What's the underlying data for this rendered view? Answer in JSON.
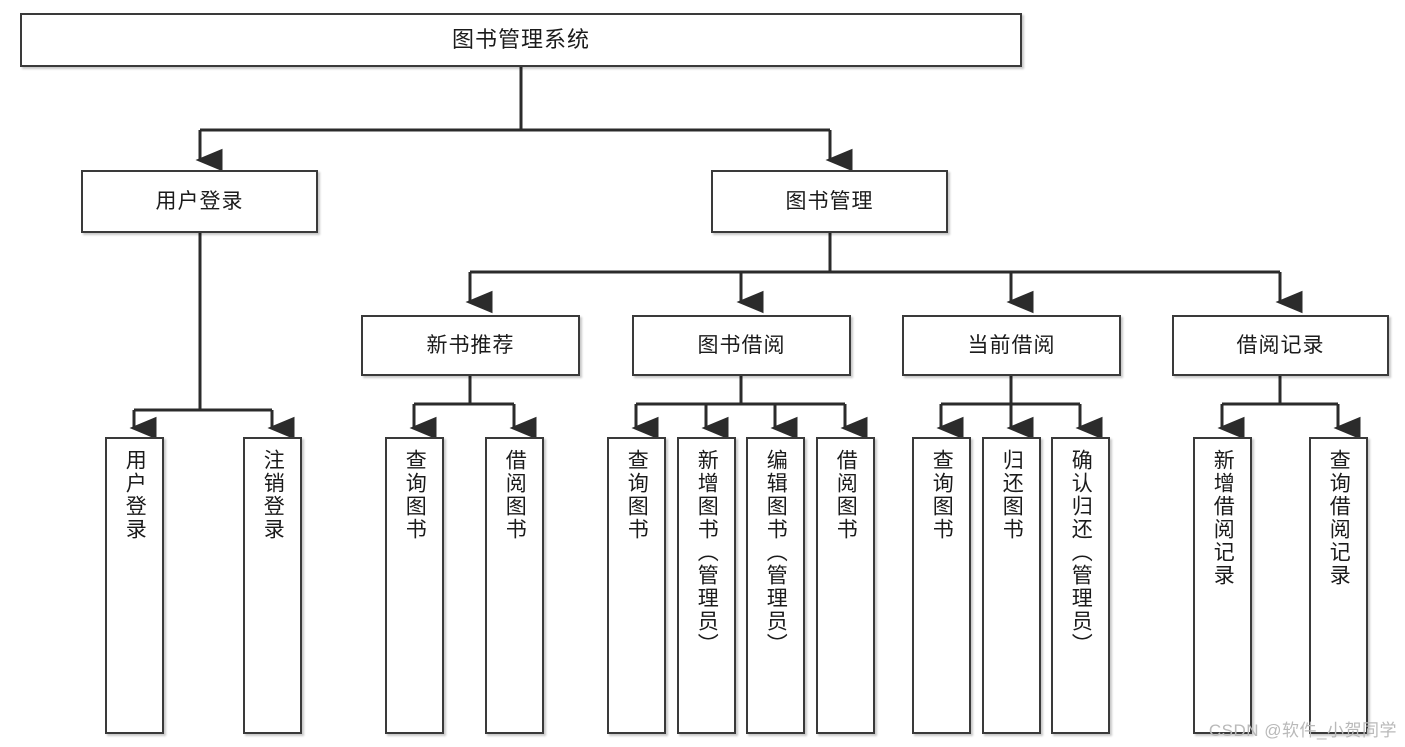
{
  "diagram": {
    "title": "图书管理系统",
    "type": "hierarchy-tree",
    "colors": {
      "box_border": "#3a3a3a",
      "box_fill": "#ffffff",
      "connector": "#2b2b2b",
      "text": "#1b1b1b",
      "watermark": "#b9b9b9"
    },
    "levels": {
      "root": {
        "label": "图书管理系统"
      },
      "level2": [
        {
          "id": "user-login",
          "label": "用户登录"
        },
        {
          "id": "book-manage",
          "label": "图书管理"
        }
      ],
      "level3": [
        {
          "id": "new-book-rec",
          "label": "新书推荐"
        },
        {
          "id": "book-borrow",
          "label": "图书借阅"
        },
        {
          "id": "current-borrow",
          "label": "当前借阅"
        },
        {
          "id": "borrow-record",
          "label": "借阅记录"
        }
      ],
      "leaves": {
        "user-login": [
          {
            "id": "leaf-user-login",
            "label": "用户登录"
          },
          {
            "id": "leaf-logout",
            "label": "注销登录"
          }
        ],
        "new-book-rec": [
          {
            "id": "leaf-query-book-1",
            "label": "查询图书"
          },
          {
            "id": "leaf-borrow-book-1",
            "label": "借阅图书"
          }
        ],
        "book-borrow": [
          {
            "id": "leaf-query-book-2",
            "label": "查询图书"
          },
          {
            "id": "leaf-add-book",
            "label": "新增图书（管理员）"
          },
          {
            "id": "leaf-edit-book",
            "label": "编辑图书（管理员）"
          },
          {
            "id": "leaf-borrow-book-2",
            "label": "借阅图书"
          }
        ],
        "current-borrow": [
          {
            "id": "leaf-query-book-3",
            "label": "查询图书"
          },
          {
            "id": "leaf-return-book",
            "label": "归还图书"
          },
          {
            "id": "leaf-confirm-return",
            "label": "确认归还（管理员）"
          }
        ],
        "borrow-record": [
          {
            "id": "leaf-add-record",
            "label": "新增借阅记录"
          },
          {
            "id": "leaf-query-record",
            "label": "查询借阅记录"
          }
        ]
      }
    },
    "watermark": "CSDN @软件_小贺同学"
  }
}
